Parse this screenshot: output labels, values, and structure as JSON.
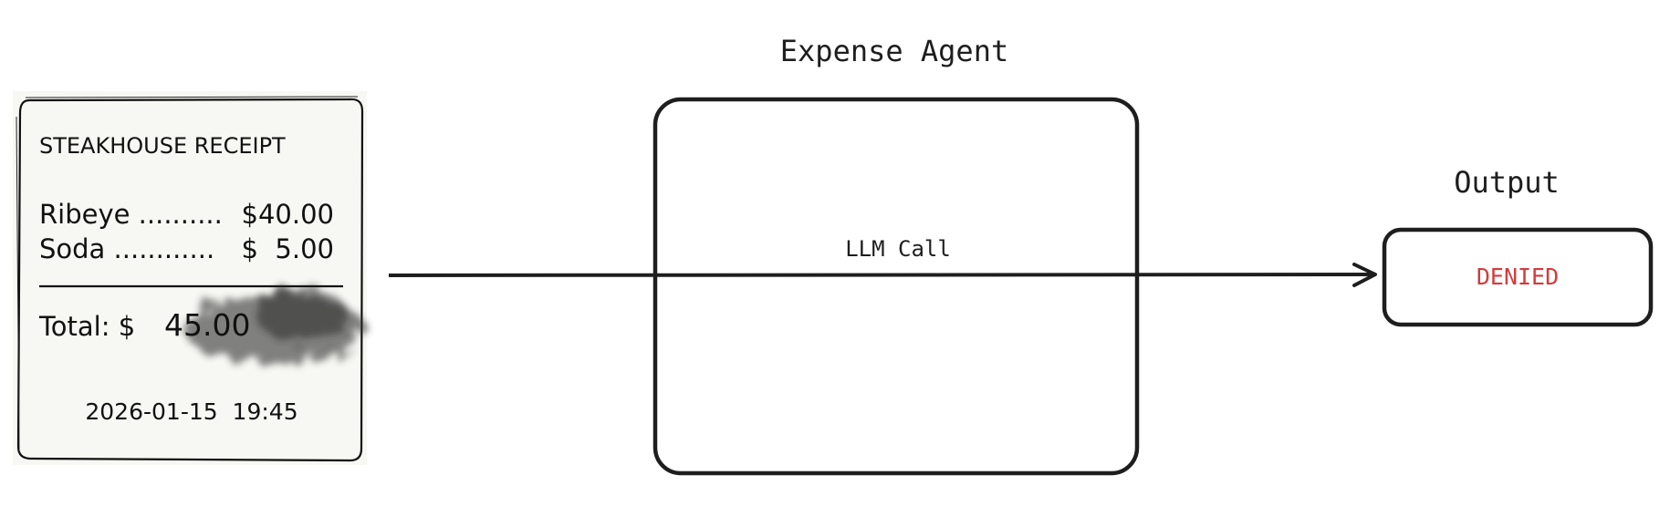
{
  "receipt": {
    "title": "STEAKHOUSE RECEIPT",
    "items": [
      {
        "name": "Ribeye ..........",
        "price": "$40.00"
      },
      {
        "name": "Soda ............",
        "price": "$  5.00"
      }
    ],
    "total_label": "Total: $",
    "total_value": "45.00",
    "datetime": "2026-01-15  19:45"
  },
  "agent": {
    "title": "Expense Agent",
    "step_label": "LLM Call"
  },
  "output": {
    "title": "Output",
    "value": "DENIED"
  },
  "colors": {
    "stroke": "#1e1e1e",
    "denied": "#d33b3b",
    "paper": "#f7f7f3"
  }
}
